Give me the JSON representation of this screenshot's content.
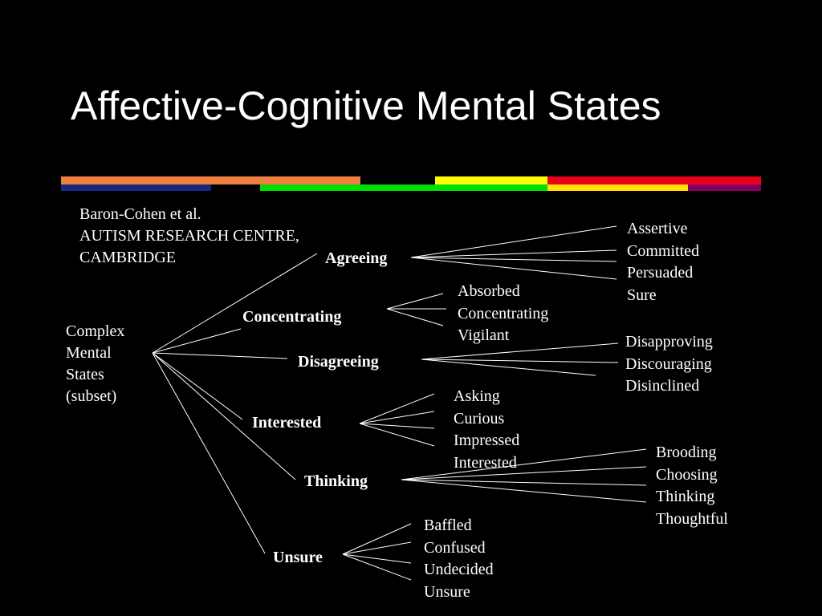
{
  "title": "Affective-Cognitive Mental States",
  "colors": {
    "background": "#000000",
    "text": "#ffffff",
    "bars": [
      "#f08040",
      "#ffff00",
      "#e8001c",
      "#142880",
      "#00e000",
      "#ffe000",
      "#800060"
    ]
  },
  "credit": [
    "Baron-Cohen et al.",
    "AUTISM RESEARCH CENTRE,",
    "CAMBRIDGE"
  ],
  "root": [
    "Complex",
    "Mental",
    "States",
    "(subset)"
  ],
  "categories": [
    {
      "label": "Agreeing",
      "items": [
        "Assertive",
        "Committed",
        "Persuaded",
        "Sure"
      ]
    },
    {
      "label": "Concentrating",
      "items": [
        "Absorbed",
        "Concentrating",
        "Vigilant"
      ]
    },
    {
      "label": "Disagreeing",
      "items": [
        "Disapproving",
        "Discouraging",
        "Disinclined"
      ]
    },
    {
      "label": "Interested",
      "items": [
        "Asking",
        "Curious",
        "Impressed",
        "Interested"
      ]
    },
    {
      "label": "Thinking",
      "items": [
        "Brooding",
        "Choosing",
        "Thinking",
        "Thoughtful"
      ]
    },
    {
      "label": "Unsure",
      "items": [
        "Baffled",
        "Confused",
        "Undecided",
        "Unsure"
      ]
    }
  ]
}
